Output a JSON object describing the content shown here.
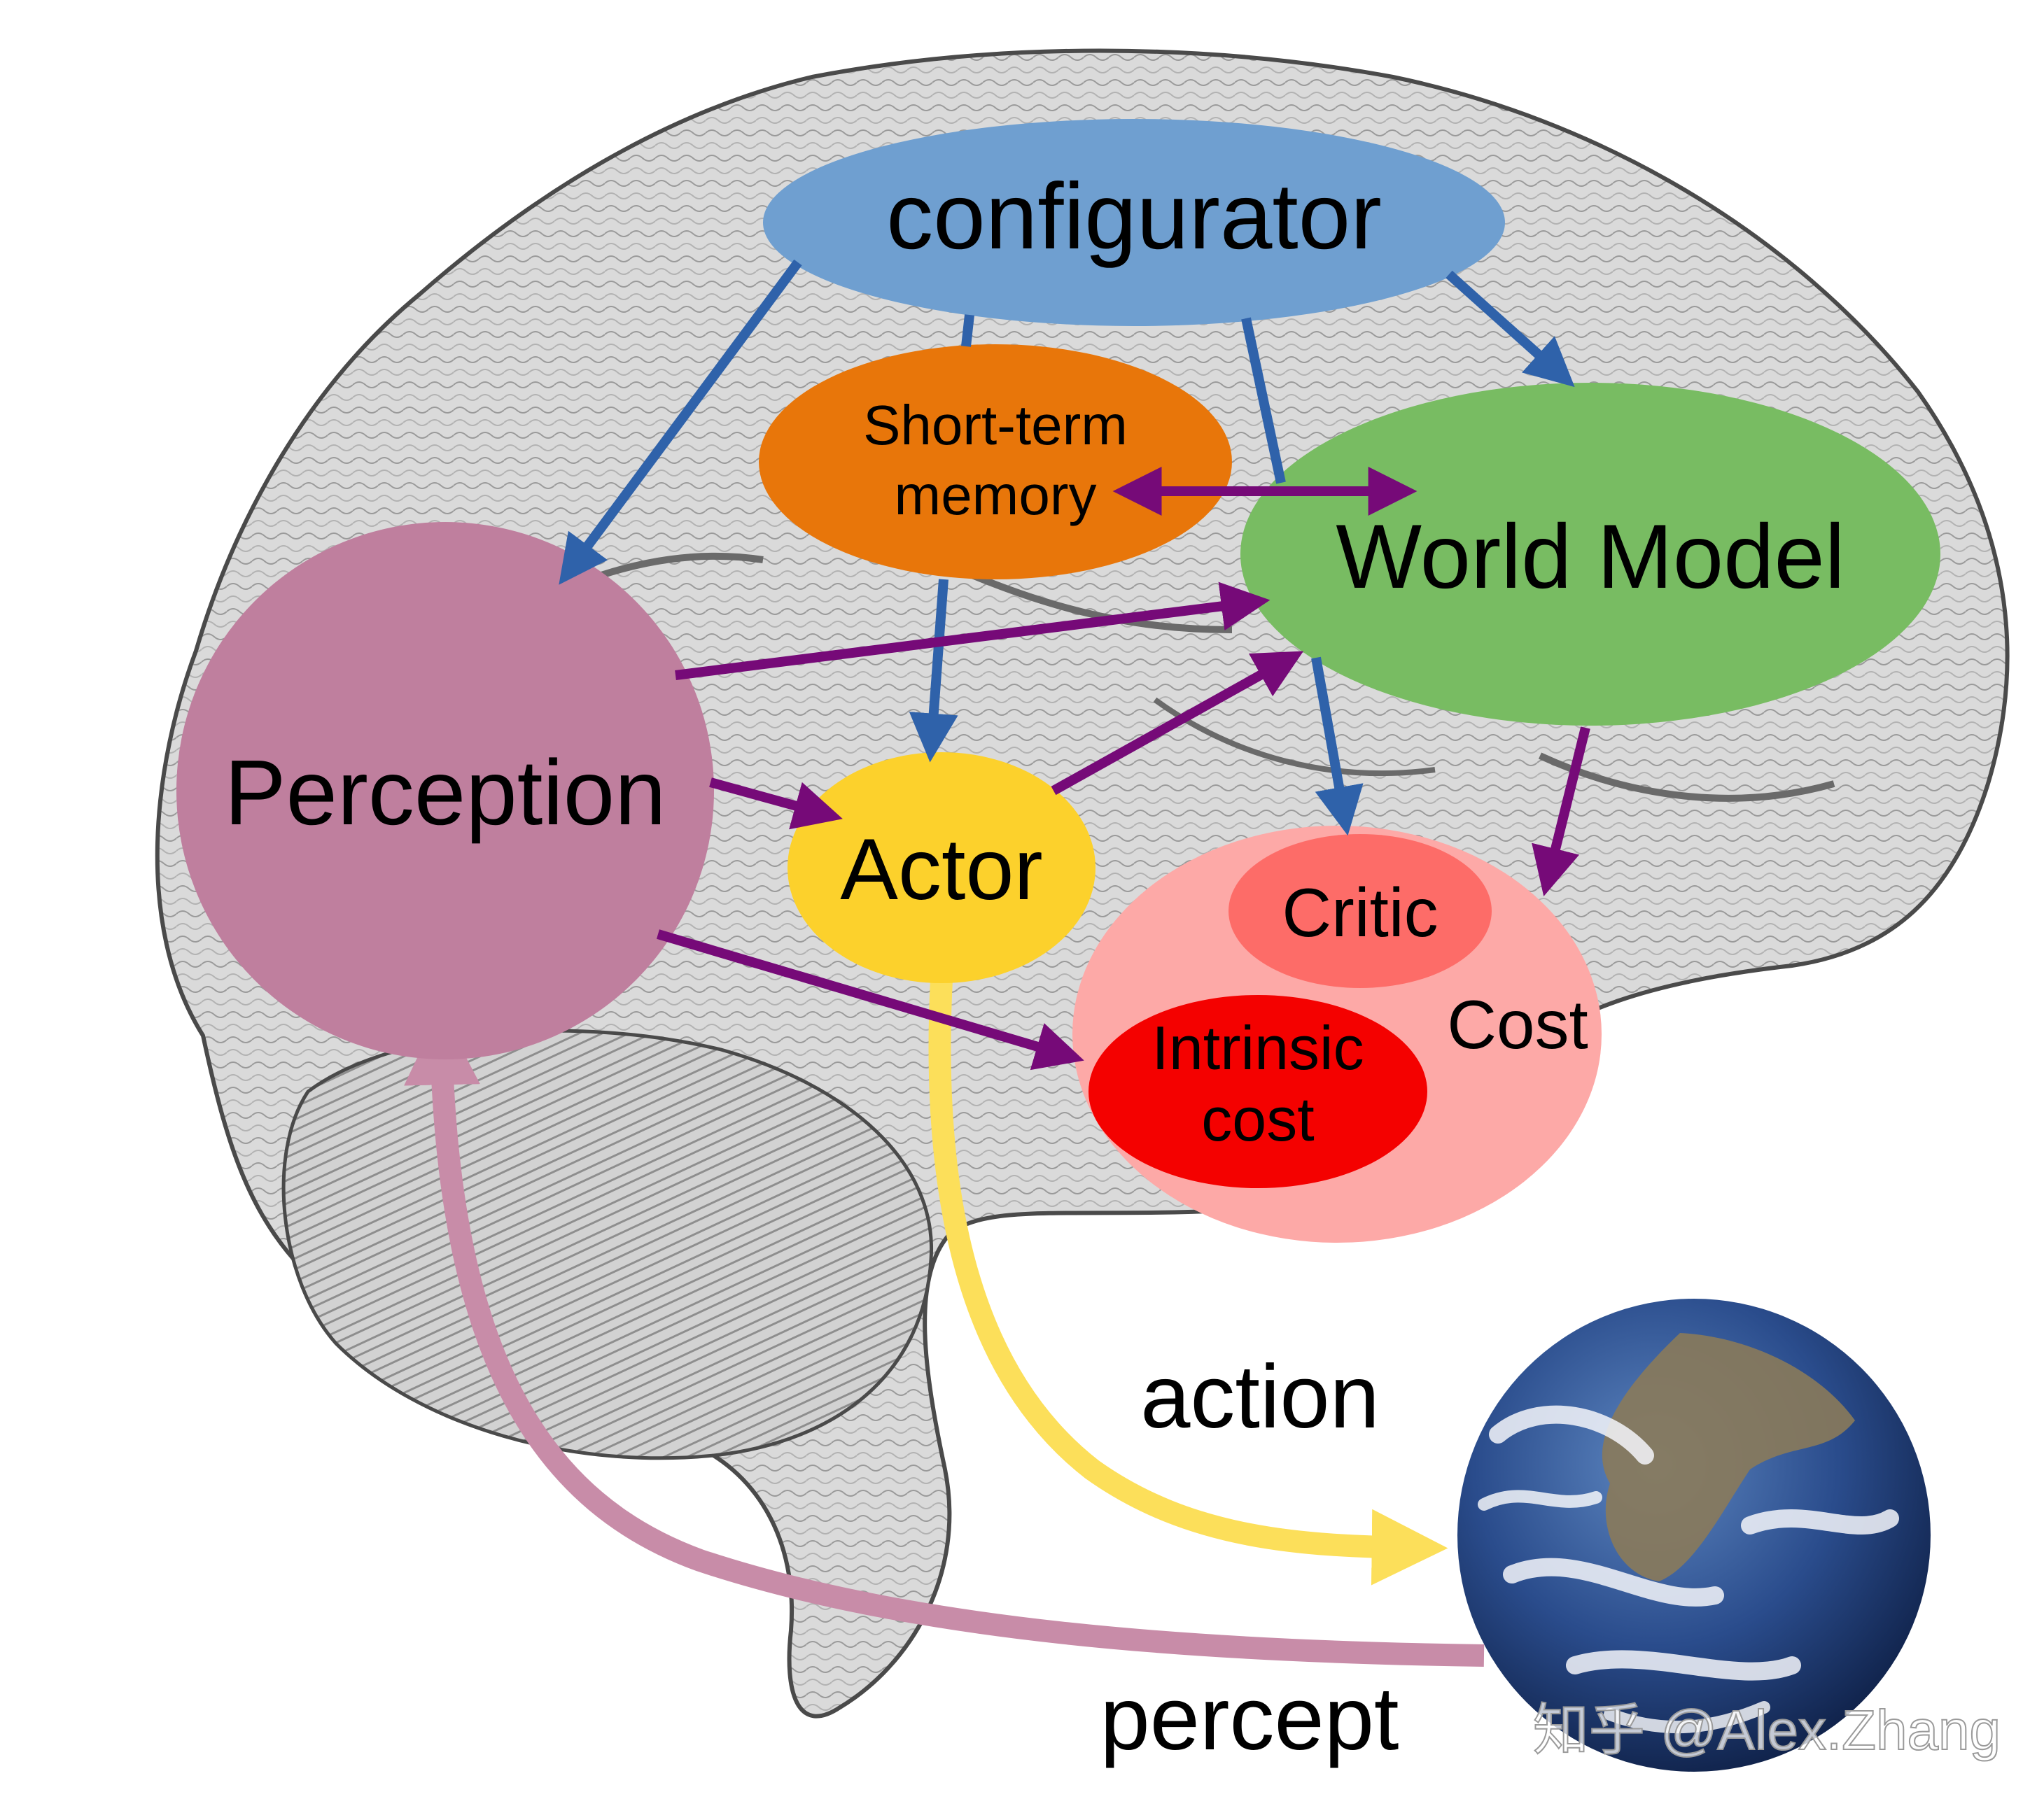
{
  "nodes": {
    "configurator": "configurator",
    "short_term_memory_line1": "Short-term",
    "short_term_memory_line2": "memory",
    "world_model": "World Model",
    "perception": "Perception",
    "actor": "Actor",
    "critic": "Critic",
    "cost": "Cost",
    "intrinsic_cost_line1": "Intrinsic",
    "intrinsic_cost_line2": "cost"
  },
  "edge_labels": {
    "action": "action",
    "percept": "percept"
  },
  "watermark": "知乎 @Alex.Zhang",
  "colors": {
    "configurator": "#6f9fd0",
    "short_term_memory": "#e8760a",
    "world_model": "#78bc62",
    "perception": "#bf7f9e",
    "actor": "#fcd12c",
    "cost": "#fda9a7",
    "critic": "#fd6c68",
    "intrinsic_cost": "#f40100",
    "config_arrows": "#2f62aa",
    "flow_arrows": "#760a78",
    "action_arrow": "#fcdf5a",
    "percept_arrow": "#c88ca8",
    "earth_ocean": "#2a4c8c",
    "brain_fill": "#dadada"
  },
  "icons": {
    "brain": "brain-illustration",
    "earth": "earth-globe"
  }
}
